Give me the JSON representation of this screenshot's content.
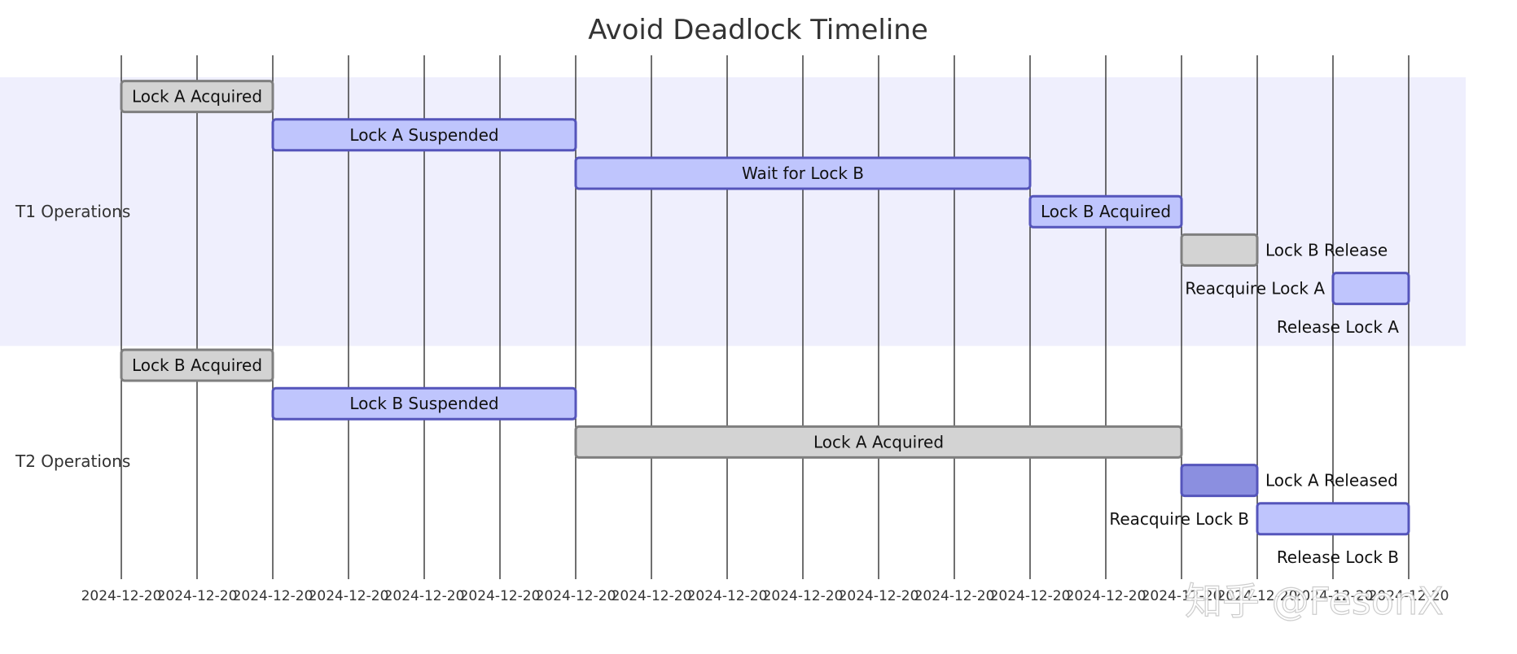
{
  "title": "Avoid Deadlock Timeline",
  "colors": {
    "section_band": "#efeffd",
    "bar_done_fill": "#d3d3d3",
    "bar_done_stroke": "#7f7f7f",
    "bar_active_fill": "#bfc5fd",
    "bar_active_stroke": "#5555bb",
    "bar_crit_fill": "#8b8fe0",
    "bar_crit_stroke": "#5555bb",
    "grid": "#222222",
    "text": "#333333"
  },
  "watermark": "知乎 @FesonX",
  "chart_data": {
    "type": "gantt",
    "title": "Avoid Deadlock Timeline",
    "x_ticks": [
      "2024-12-20",
      "2024-12-20",
      "2024-12-20",
      "2024-12-20",
      "2024-12-20",
      "2024-12-20",
      "2024-12-20",
      "2024-12-20",
      "2024-12-20",
      "2024-12-20",
      "2024-12-20",
      "2024-12-20",
      "2024-12-20",
      "2024-12-20",
      "2024-12-20",
      "2024-12-20",
      "2024-12-20",
      "2024-12-20"
    ],
    "sections": [
      {
        "name": "T1 Operations",
        "tasks": [
          {
            "label": "Lock A Acquired",
            "start": 0,
            "end": 2,
            "status": "done"
          },
          {
            "label": "Lock A Suspended",
            "start": 2,
            "end": 6,
            "status": "active"
          },
          {
            "label": "Wait for Lock B",
            "start": 6,
            "end": 12,
            "status": "active"
          },
          {
            "label": "Lock B Acquired",
            "start": 12,
            "end": 14,
            "status": "active"
          },
          {
            "label": "Lock B Release",
            "start": 14,
            "end": 15,
            "status": "done"
          },
          {
            "label": "Reacquire Lock A",
            "start": 16,
            "end": 17,
            "status": "active"
          },
          {
            "label": "Release Lock A",
            "start": 17,
            "end": 17,
            "status": "milestone"
          }
        ]
      },
      {
        "name": "T2 Operations",
        "tasks": [
          {
            "label": "Lock B Acquired",
            "start": 0,
            "end": 2,
            "status": "done"
          },
          {
            "label": "Lock B Suspended",
            "start": 2,
            "end": 6,
            "status": "active"
          },
          {
            "label": "Lock A Acquired",
            "start": 6,
            "end": 14,
            "status": "done"
          },
          {
            "label": "Lock A Released",
            "start": 14,
            "end": 15,
            "status": "crit"
          },
          {
            "label": "Reacquire Lock B",
            "start": 15,
            "end": 17,
            "status": "active"
          },
          {
            "label": "Release Lock B",
            "start": 17,
            "end": 17,
            "status": "milestone"
          }
        ]
      }
    ]
  }
}
